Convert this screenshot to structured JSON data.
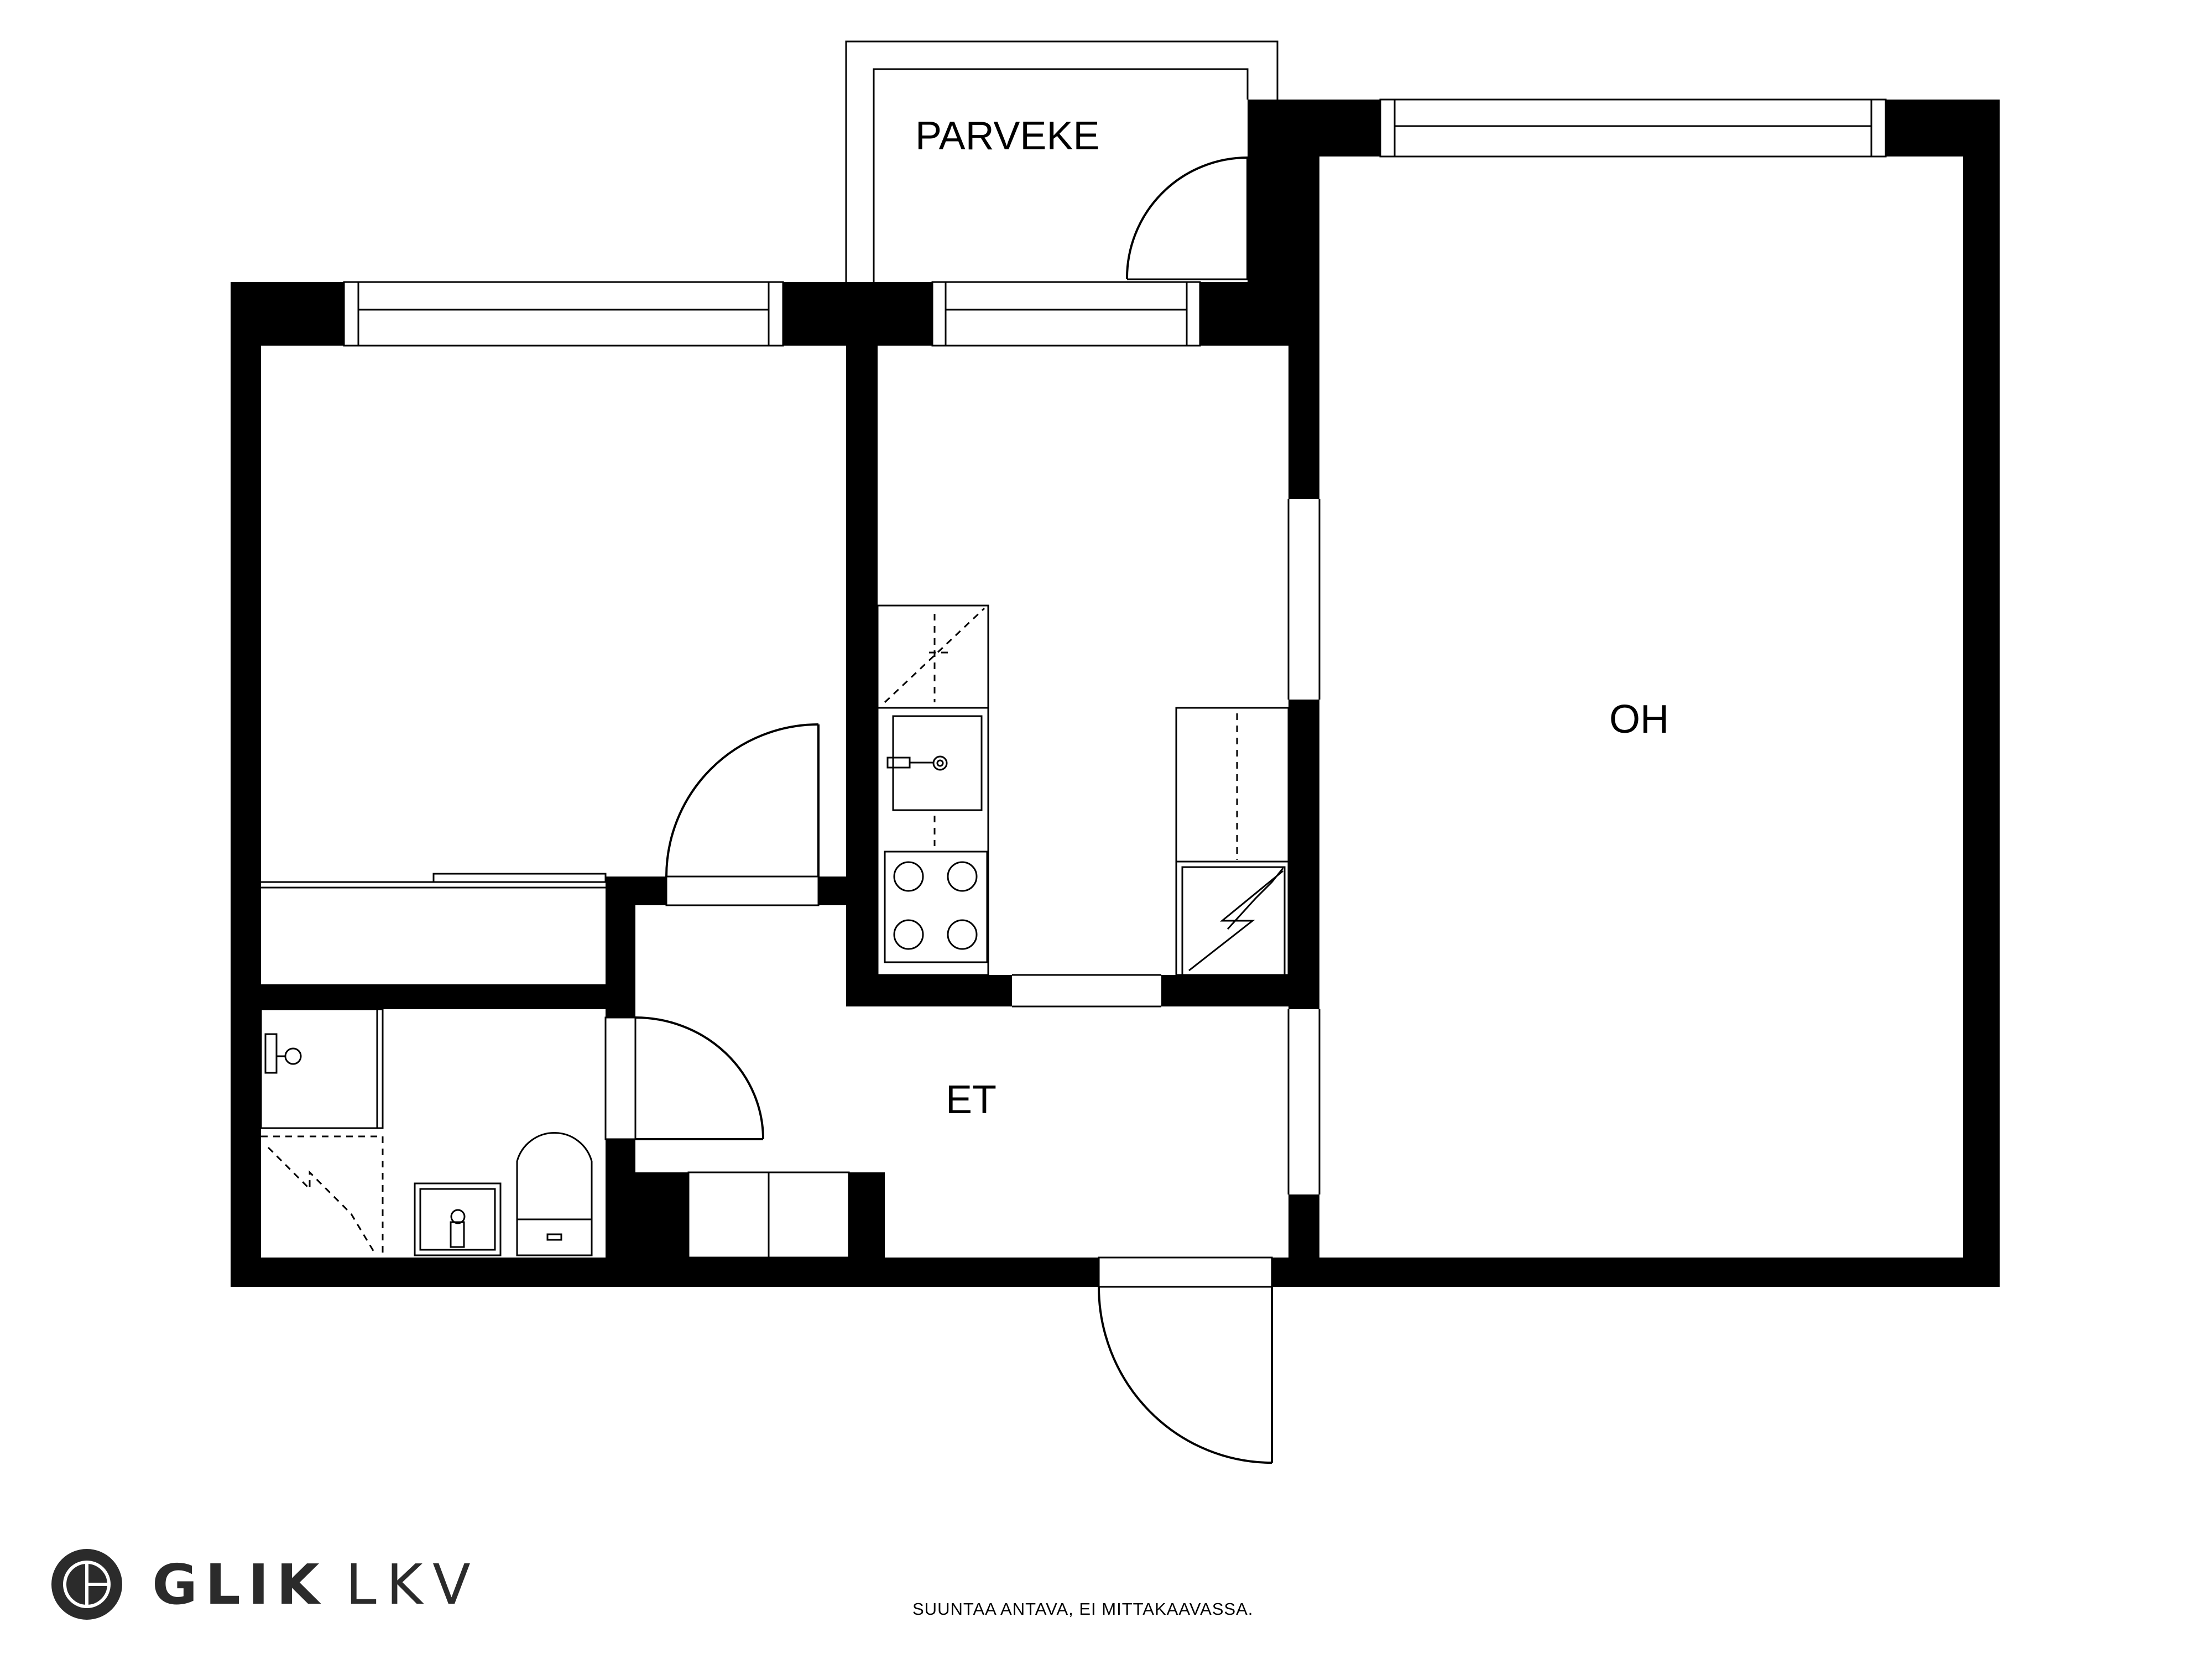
{
  "rooms": {
    "balcony": "PARVEKE",
    "living_room": "OH",
    "entrance_hall": "ET"
  },
  "brand": {
    "name_bold": "GLIK",
    "name_light": "LKV"
  },
  "disclaimer": "SUUNTAA ANTAVA, EI MITTAKAAVASSA.",
  "icons": {
    "logo": "glik-monogram-icon"
  }
}
